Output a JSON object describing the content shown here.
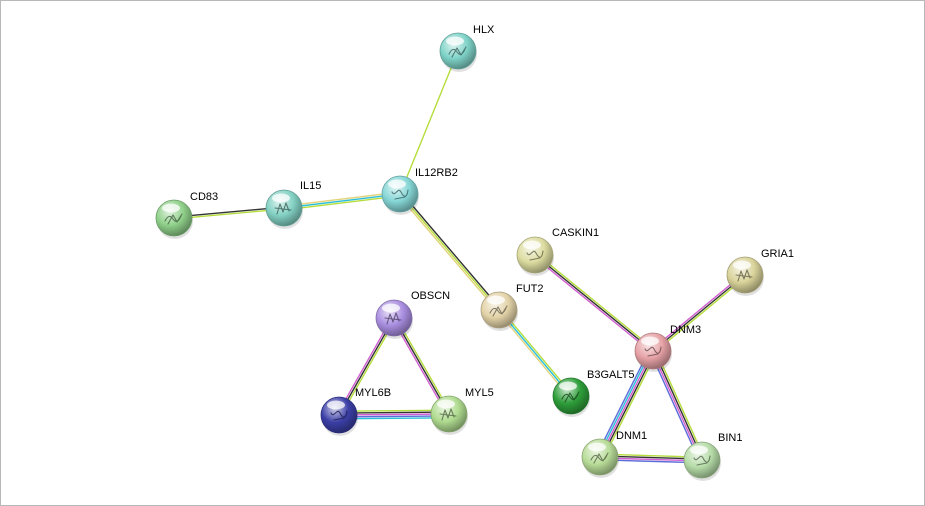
{
  "network": {
    "nodes": [
      {
        "id": "HLX",
        "label": "HLX",
        "color": "#7fd3c8",
        "icon": "protein-structure-icon"
      },
      {
        "id": "IL12RB2",
        "label": "IL12RB2",
        "color": "#86d6d6",
        "icon": "protein-structure-icon"
      },
      {
        "id": "IL15",
        "label": "IL15",
        "color": "#83d1c4",
        "icon": "protein-structure-icon"
      },
      {
        "id": "CD83",
        "label": "CD83",
        "color": "#8fd08a",
        "icon": "protein-structure-icon"
      },
      {
        "id": "CASKIN1",
        "label": "CASKIN1",
        "color": "#dcdca0",
        "icon": "protein-structure-icon"
      },
      {
        "id": "GRIA1",
        "label": "GRIA1",
        "color": "#d9d39a",
        "icon": "protein-structure-icon"
      },
      {
        "id": "FUT2",
        "label": "FUT2",
        "color": "#e3d3a8",
        "icon": "protein-structure-icon"
      },
      {
        "id": "DNM3",
        "label": "DNM3",
        "color": "#e6a2a6",
        "icon": "protein-structure-icon"
      },
      {
        "id": "OBSCN",
        "label": "OBSCN",
        "color": "#a98ee0",
        "icon": "protein-structure-icon"
      },
      {
        "id": "B3GALT5",
        "label": "B3GALT5",
        "color": "#2e9e3a",
        "icon": "protein-structure-icon"
      },
      {
        "id": "MYL6B",
        "label": "MYL6B",
        "color": "#3b3fa6",
        "icon": "protein-structure-icon"
      },
      {
        "id": "MYL5",
        "label": "MYL5",
        "color": "#b0dc90",
        "icon": "protein-structure-icon"
      },
      {
        "id": "DNM1",
        "label": "DNM1",
        "color": "#b8dc98",
        "icon": "protein-structure-icon"
      },
      {
        "id": "BIN1",
        "label": "BIN1",
        "color": "#b6dca8",
        "icon": "protein-structure-icon"
      }
    ],
    "edges": [
      {
        "source": "HLX",
        "target": "IL12RB2",
        "colors": [
          "#b5dd3c"
        ]
      },
      {
        "source": "IL12RB2",
        "target": "IL15",
        "colors": [
          "#b5dd3c",
          "#2bbfd9",
          "#e3d37a"
        ]
      },
      {
        "source": "IL15",
        "target": "CD83",
        "colors": [
          "#b5dd3c",
          "#333333"
        ]
      },
      {
        "source": "IL12RB2",
        "target": "FUT2",
        "colors": [
          "#333333",
          "#b5dd3c",
          "#e3d37a"
        ]
      },
      {
        "source": "FUT2",
        "target": "B3GALT5",
        "colors": [
          "#b5dd3c",
          "#2bbfd9",
          "#e3d37a"
        ]
      },
      {
        "source": "CASKIN1",
        "target": "DNM3",
        "colors": [
          "#b5dd3c",
          "#333333",
          "#d15fd1"
        ]
      },
      {
        "source": "GRIA1",
        "target": "DNM3",
        "colors": [
          "#b5dd3c",
          "#333333",
          "#d15fd1"
        ]
      },
      {
        "source": "DNM3",
        "target": "DNM1",
        "colors": [
          "#b5dd3c",
          "#333333",
          "#d15fd1",
          "#2bbfd9",
          "#5b6bd8"
        ]
      },
      {
        "source": "DNM3",
        "target": "BIN1",
        "colors": [
          "#b5dd3c",
          "#333333",
          "#d15fd1",
          "#5b6bd8"
        ]
      },
      {
        "source": "DNM1",
        "target": "BIN1",
        "colors": [
          "#b5dd3c",
          "#333333",
          "#d15fd1",
          "#5b6bd8"
        ]
      },
      {
        "source": "OBSCN",
        "target": "MYL6B",
        "colors": [
          "#b5dd3c",
          "#333333",
          "#d15fd1"
        ]
      },
      {
        "source": "OBSCN",
        "target": "MYL5",
        "colors": [
          "#b5dd3c",
          "#333333",
          "#d15fd1"
        ]
      },
      {
        "source": "MYL6B",
        "target": "MYL5",
        "colors": [
          "#b5dd3c",
          "#333333",
          "#d15fd1",
          "#5b6bd8",
          "#2bbfd9"
        ]
      }
    ]
  }
}
